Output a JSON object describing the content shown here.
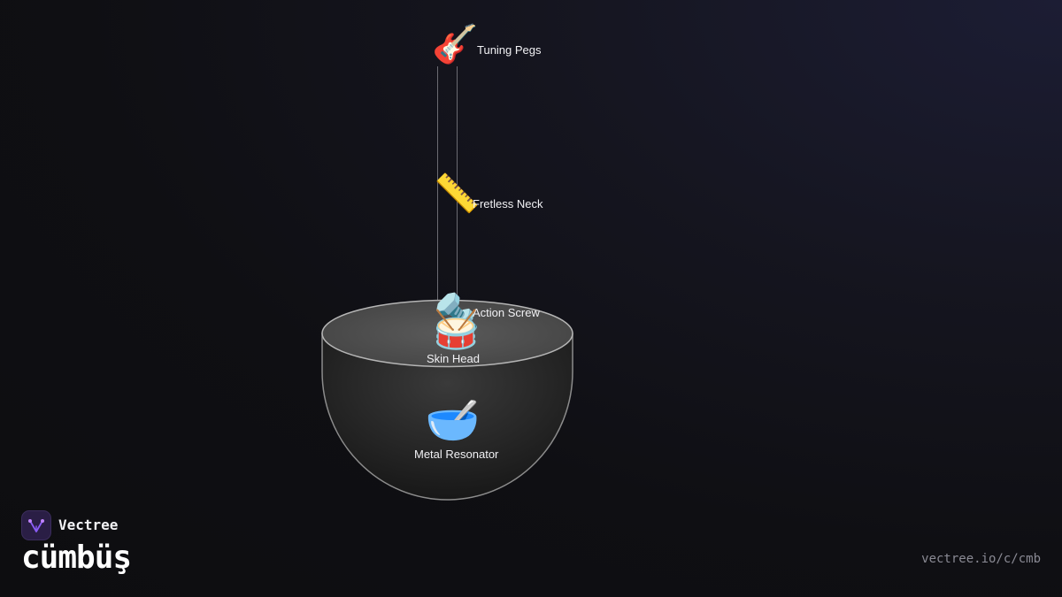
{
  "brand": {
    "name": "Vectree",
    "logo_icon": "vectree-logo-icon",
    "accent_color": "#8b5cf6"
  },
  "title": "cümbüş",
  "url": "vectree.io/c/cmb",
  "parts": [
    {
      "id": "tuning-pegs",
      "label": "Tuning Pegs",
      "icon": "guitar-icon",
      "glyph": "🎸"
    },
    {
      "id": "fretless-neck",
      "label": "Fretless Neck",
      "icon": "ruler-icon",
      "glyph": "📏"
    },
    {
      "id": "action-screw",
      "label": "Action Screw",
      "icon": "nut-and-bolt-icon",
      "glyph": "🔩"
    },
    {
      "id": "skin-head",
      "label": "Skin Head",
      "icon": "drum-icon",
      "glyph": "🥁"
    },
    {
      "id": "metal-resonator",
      "label": "Metal Resonator",
      "icon": "bowl-with-spoon-icon",
      "glyph": "🥣"
    }
  ],
  "colors": {
    "background": "#0f0f13",
    "resonator_rim": "#9a9a9a",
    "neck_lines": "#6b6b72"
  }
}
